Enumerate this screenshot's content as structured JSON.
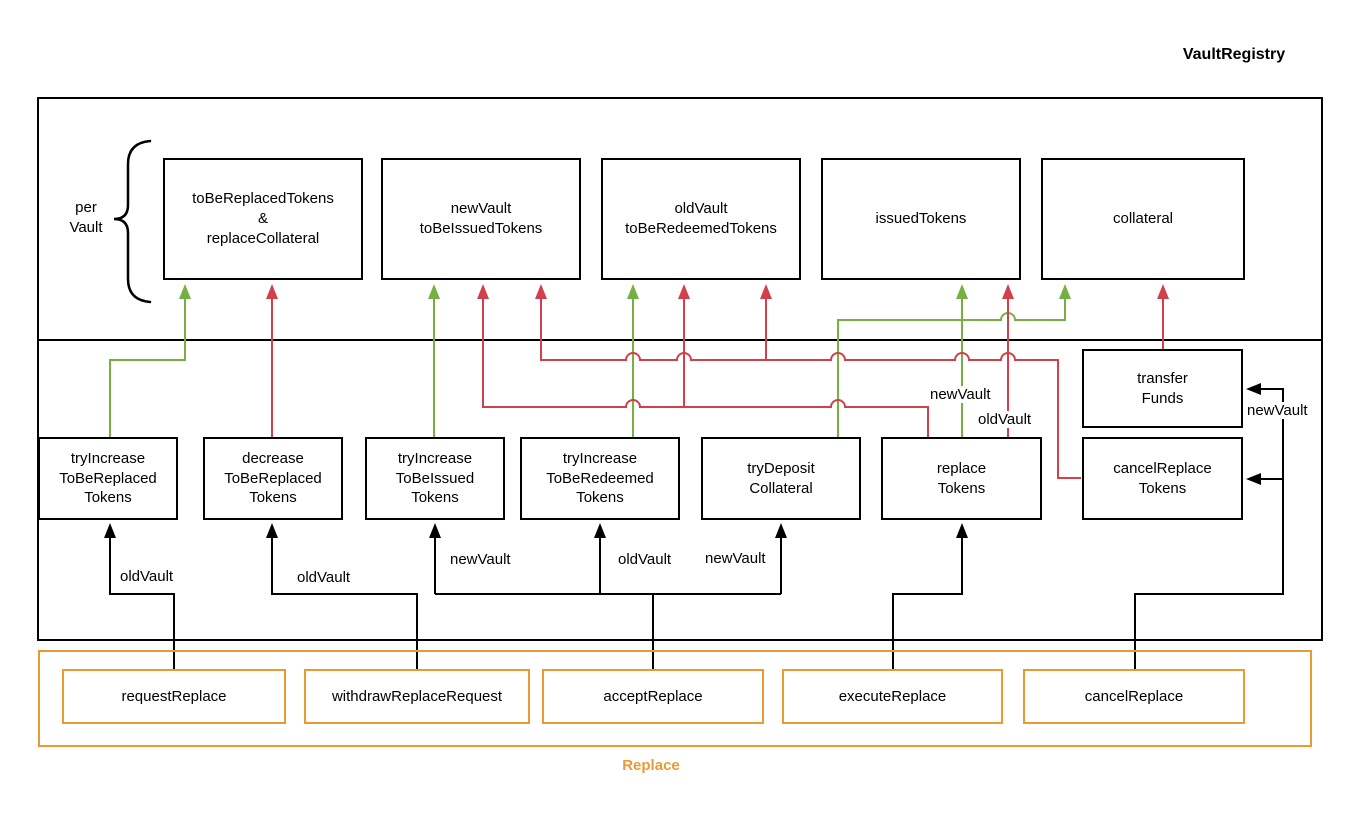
{
  "title": "VaultRegistry",
  "colors": {
    "increase_green": "#76b043",
    "decrease_red": "#d2404b",
    "module_orange": "#ea9a33",
    "line_black": "#000000"
  },
  "vault_registry": {
    "per_vault_label": "per\nVault",
    "storage_boxes": [
      {
        "label": "toBeReplacedTokens\n&\nreplaceCollateral"
      },
      {
        "label": "newVault\ntoBeIssuedTokens"
      },
      {
        "label": "oldVault\ntoBeRedeemedTokens"
      },
      {
        "label": "issuedTokens"
      },
      {
        "label": "collateral"
      }
    ],
    "function_boxes": [
      {
        "label": "tryIncrease\nToBeReplaced\nTokens"
      },
      {
        "label": "decrease\nToBeReplaced\nTokens"
      },
      {
        "label": "tryIncrease\nToBeIssued\nTokens"
      },
      {
        "label": "tryIncrease\nToBeRedeemed\nTokens"
      },
      {
        "label": "tryDeposit\nCollateral"
      },
      {
        "label": "replace\nTokens"
      },
      {
        "label": "transfer\nFunds"
      },
      {
        "label": "cancelReplace\nTokens"
      }
    ]
  },
  "replace_module": {
    "label": "Replace",
    "function_boxes": [
      {
        "label": "requestReplace"
      },
      {
        "label": "withdrawReplaceRequest"
      },
      {
        "label": "acceptReplace"
      },
      {
        "label": "executeReplace"
      },
      {
        "label": "cancelReplace"
      }
    ]
  },
  "edge_labels": {
    "request_old_vault": "oldVault",
    "withdraw_old_vault": "oldVault",
    "accept_new_vault": "newVault",
    "accept_old_vault": "oldVault",
    "accept_deposit_new_vault": "newVault",
    "replace_issued_new_vault": "newVault",
    "replace_issued_old_vault": "oldVault",
    "cancel_new_vault": "newVault"
  }
}
